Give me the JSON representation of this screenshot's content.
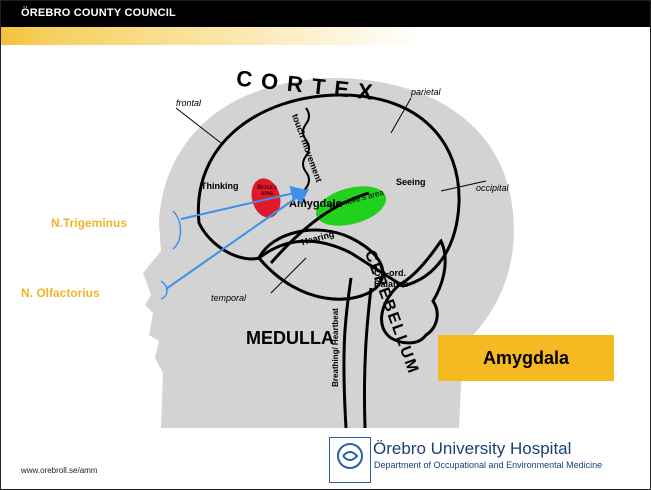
{
  "header": {
    "title": "ÖREBRO COUNTY COUNCIL"
  },
  "diagram": {
    "cortex": "CORTEX",
    "cerebellum": "CEREBELLUM",
    "medulla": "MEDULLA",
    "frontal": "frontal",
    "parietal": "parietal",
    "occipital": "occipital",
    "temporal": "temporal",
    "thinking": "Thinking",
    "seeing": "Seeing",
    "hearing": "Hearing",
    "coord_1": "Co-ord.",
    "coord_2": "Balance",
    "touch_movement": "touch movement",
    "brocas": "Broca's area",
    "wernickes": "Wernicke's area",
    "amygdala_label": "Amygdala",
    "breathing": "Breathing/ Heartbeat"
  },
  "labels": {
    "trigeminus": "N.Trigeminus",
    "olfactorius": "N. Olfactorius"
  },
  "highlight_box": "Amygdala",
  "footer": {
    "url": "www.orebroll.se/amm",
    "hospital_name": "Örebro University Hospital",
    "hospital_dept": "Department of Occupational and Environmental Medicine"
  },
  "colors": {
    "accent_yellow": "#f5b921",
    "arrow_blue": "#3d8fe8",
    "brocas_red": "#e0182a",
    "wernickes_green": "#22d11e",
    "head_gray": "#d3d3d3"
  }
}
